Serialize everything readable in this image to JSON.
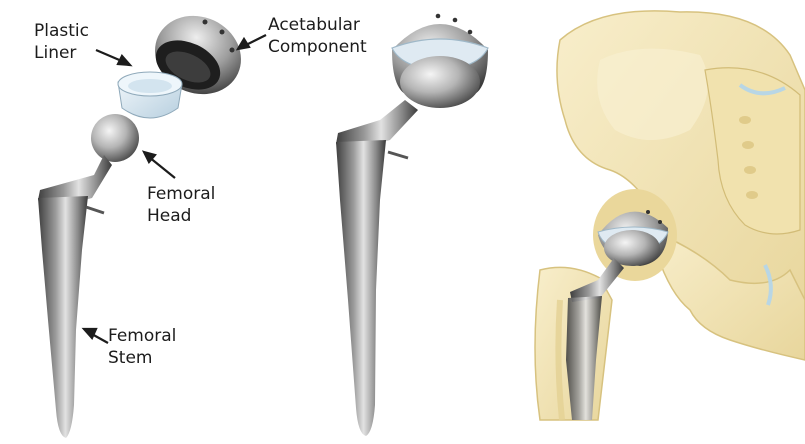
{
  "labels": {
    "plastic_liner": "Plastic\nLiner",
    "acetabular_component": "Acetabular\nComponent",
    "femoral_head": "Femoral\nHead",
    "femoral_stem": "Femoral\nStem"
  },
  "panels": [
    "exploded-components",
    "assembled-implant",
    "implant-in-pelvis"
  ],
  "colors": {
    "metal_dark": "#4a4a4a",
    "metal_light": "#d8d8d8",
    "liner": "#d9e8f2",
    "bone": "#f3e6b8",
    "bone_shadow": "#dcc98a",
    "cartilage": "#cfe3ee"
  }
}
